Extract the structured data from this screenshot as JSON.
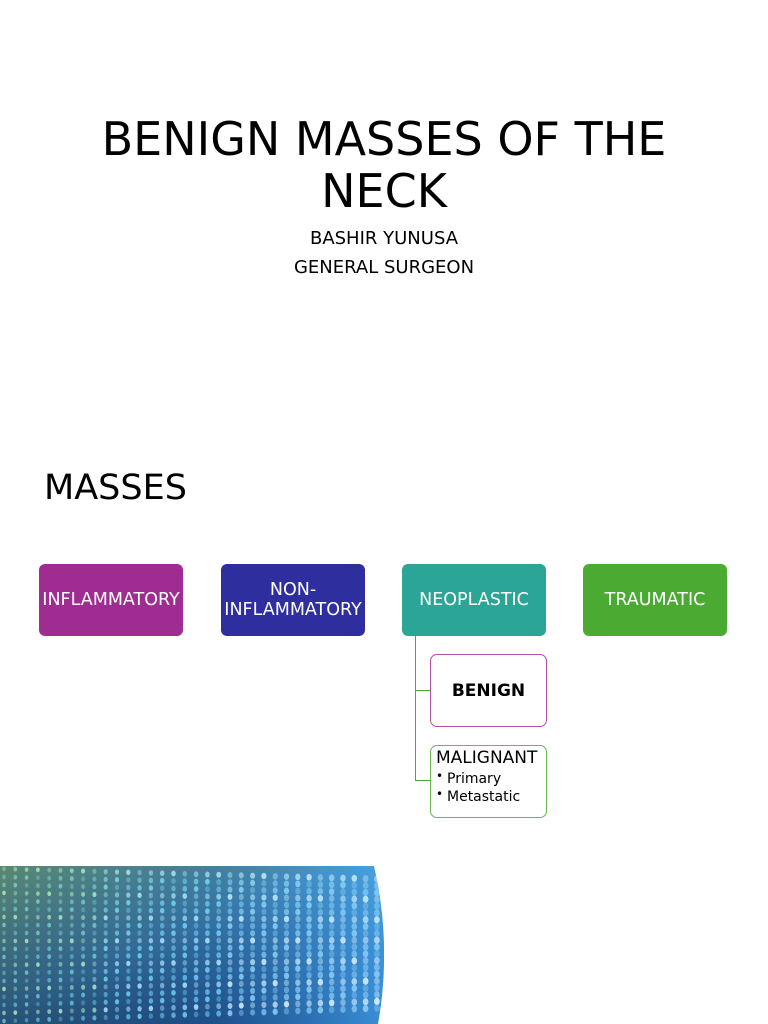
{
  "slide1": {
    "title": "BENIGN MASSES OF THE NECK",
    "subtitle_lines": [
      "BASHIR YUNUSA",
      "GENERAL SURGEON"
    ]
  },
  "slide2": {
    "heading": "MASSES",
    "categories": [
      {
        "label": "INFLAMMATORY",
        "color": "#9f2c91"
      },
      {
        "label": "NON-INFLAMMATORY",
        "color": "#2e2e9f"
      },
      {
        "label": "NEOPLASTIC",
        "color": "#2aa596"
      },
      {
        "label": "TRAUMATIC",
        "color": "#4aaa32"
      }
    ],
    "neoplastic_children": {
      "benign": {
        "label": "BENIGN",
        "border_color": "#b44fa6"
      },
      "malignant": {
        "label": "MALIGNANT",
        "border_color": "#6ab84e",
        "items": [
          "Primary",
          "Metastatic"
        ]
      }
    }
  },
  "colors": {
    "connector": "#4aaa32",
    "led_graphic": [
      "#0a1a3c",
      "#3a8fd8",
      "#6ecdf0",
      "#9de3a0"
    ]
  }
}
